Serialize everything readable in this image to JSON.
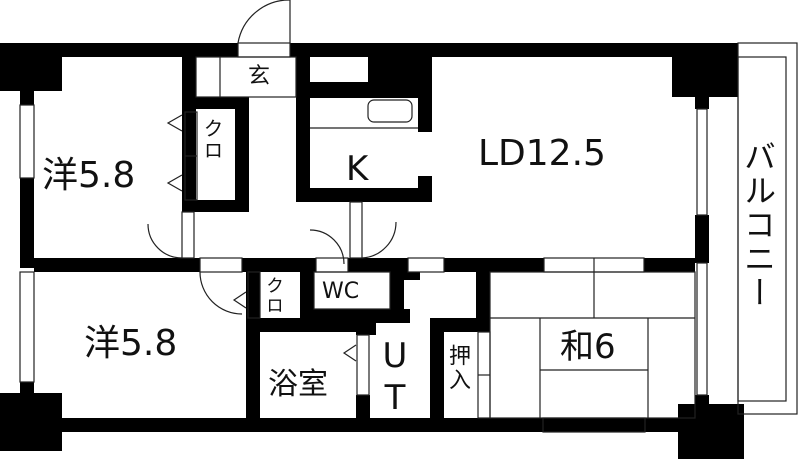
{
  "floor_plan": {
    "colors": {
      "wall": "#000000",
      "background": "#ffffff",
      "line": "#222222"
    },
    "rooms": [
      {
        "id": "western-room-1",
        "label": "洋5.8"
      },
      {
        "id": "western-room-2",
        "label": "洋5.8"
      },
      {
        "id": "living-dining",
        "label": "LD12.5"
      },
      {
        "id": "kitchen",
        "label": "K"
      },
      {
        "id": "japanese-room",
        "label": "和6"
      },
      {
        "id": "entrance",
        "label": "玄"
      },
      {
        "id": "closet-1",
        "label": "クロ"
      },
      {
        "id": "closet-2",
        "label": "クロ"
      },
      {
        "id": "toilet",
        "label": "WC"
      },
      {
        "id": "bathroom",
        "label": "浴室"
      },
      {
        "id": "utility",
        "label": "UT"
      },
      {
        "id": "oshiire",
        "label": "押入"
      },
      {
        "id": "balcony",
        "label": "バルコニー"
      }
    ]
  }
}
